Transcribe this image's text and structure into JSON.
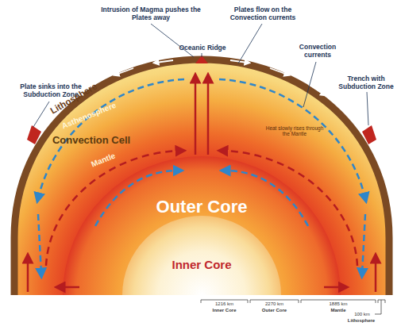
{
  "diagram": {
    "nodes": [
      {
        "text": [
          "Outer Core"
        ]
      },
      {
        "text": [
          "Inner Core"
        ],
        "in": 0
      }
    ],
    "labels": [
      "Intrusion of Magma pushes the Plates away",
      "Plates flow on the Convection currents",
      "Oceanic Ridge",
      "Convection currents",
      "Trench with Subduction Zone",
      "Plate sinks into the Subduction Zone",
      "Lithosphere",
      "Asthenosphere",
      "Convection Cell",
      "Heat slowly rises through the Mantle",
      "Mantle",
      "1216 km",
      "Inner Core",
      "2270 km",
      "Outer Core",
      "1885 km",
      "Mantle",
      "100 km",
      "Lithosphere"
    ]
  }
}
